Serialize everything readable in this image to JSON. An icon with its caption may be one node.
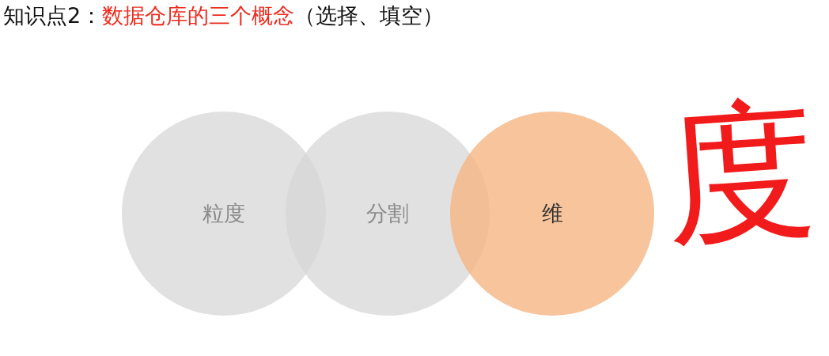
{
  "diagram": {
    "title": "知识点2：**数据仓库的三个概念**（选择、填空）",
    "nodes": [
      {
        "text": [
          "粒度"
        ]
      },
      {
        "text": [
          "分割"
        ]
      },
      {
        "text": [
          "维"
        ]
      }
    ],
    "labels": [
      "度"
    ]
  }
}
